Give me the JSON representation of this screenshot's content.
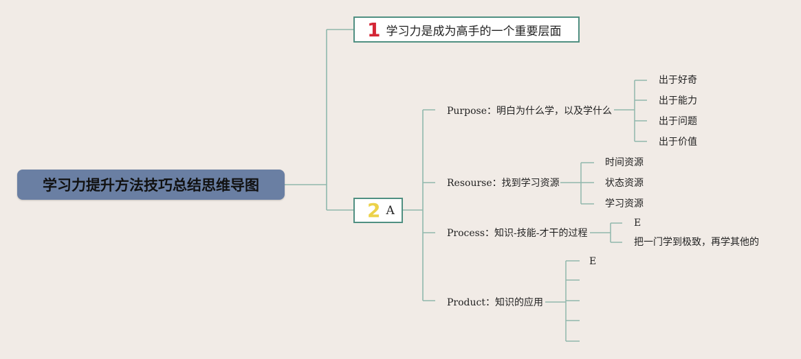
{
  "root": {
    "title": "学习力提升方法技巧总结思维导图"
  },
  "branch1": {
    "badge": "1",
    "label": "学习力是成为高手的一个重要层面",
    "badge_color": "#d42636"
  },
  "branch2": {
    "badge": "2",
    "label": "A",
    "badge_color": "#ecd24a",
    "children": [
      {
        "label": "Purpose：明白为什么学，以及学什么",
        "children": [
          "出于好奇",
          "出于能力",
          "出于问题",
          "出于价值"
        ]
      },
      {
        "label": "Resourse：找到学习资源",
        "children": [
          "时间资源",
          "状态资源",
          "学习资源"
        ]
      },
      {
        "label": "Process：知识-技能-才干的过程",
        "children": [
          "E",
          "把一门学到极致，再学其他的"
        ]
      },
      {
        "label": "Product：知识的应用",
        "children": [
          "E",
          "",
          "",
          "",
          ""
        ]
      }
    ]
  },
  "colors": {
    "background": "#f1ebe6",
    "root_fill": "#6a7fa3",
    "line": "#8fb7ac",
    "box_border": "#4f8f81"
  }
}
